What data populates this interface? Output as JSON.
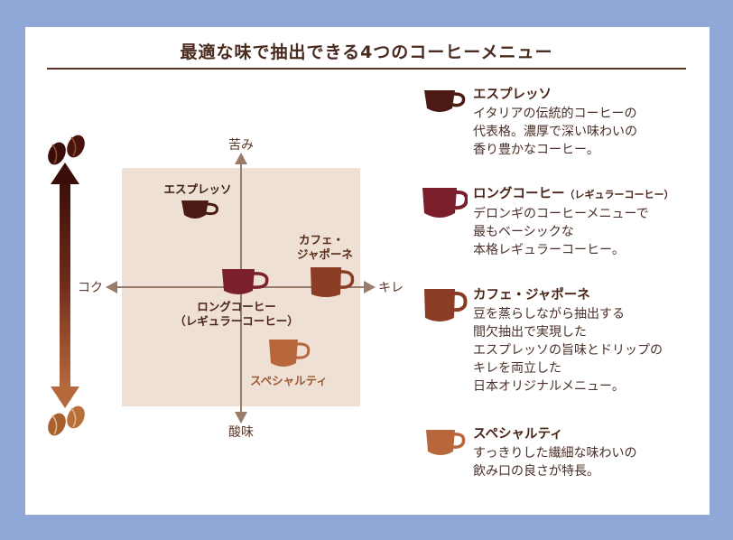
{
  "title": "最適な味で抽出できる4つのコーヒーメニュー",
  "axes": {
    "top": "苦み",
    "bottom": "酸味",
    "left": "コク",
    "right": "キレ"
  },
  "colors": {
    "background": "#8fa8d8",
    "map_background": "#efe0d5",
    "espresso": "#4b1a12",
    "long_coffee": "#7a1f2b",
    "cafe_japonais": "#8a3d24",
    "specialty": "#b8673c"
  },
  "map_items": [
    {
      "id": "espresso",
      "label_lines": [
        "エスプレッソ"
      ],
      "color": "#4b1a12",
      "label_color": "#3a1a12"
    },
    {
      "id": "long_coffee",
      "label_lines": [
        "ロングコーヒー",
        "（レギュラーコーヒー）"
      ],
      "color": "#7a1f2b",
      "label_color": "#4a2018"
    },
    {
      "id": "cafe_japonais",
      "label_lines": [
        "カフェ・",
        "ジャポーネ"
      ],
      "color": "#8a3d24",
      "label_color": "#5a2a18"
    },
    {
      "id": "specialty",
      "label_lines": [
        "スペシャルティ"
      ],
      "color": "#b8673c",
      "label_color": "#a0582e"
    }
  ],
  "legend": [
    {
      "id": "espresso",
      "name": "エスプレッソ",
      "name_sub": "",
      "icon": "cup-icon",
      "color": "#4b1a12",
      "description": "イタリアの伝統的コーヒーの\n代表格。濃厚で深い味わいの\n香り豊かなコーヒー。"
    },
    {
      "id": "long_coffee",
      "name": "ロングコーヒー",
      "name_sub": "（レギュラーコーヒー）",
      "icon": "mug-icon",
      "color": "#7a1f2b",
      "description": "デロンギのコーヒーメニューで\n最もベーシックな\n本格レギュラーコーヒー。"
    },
    {
      "id": "cafe_japonais",
      "name": "カフェ・ジャポーネ",
      "name_sub": "",
      "icon": "mug-icon",
      "color": "#8a3d24",
      "description": "豆を蒸らしながら抽出する\n間欠抽出で実現した\nエスプレッソの旨味とドリップの\nキレを両立した\n日本オリジナルメニュー。"
    },
    {
      "id": "specialty",
      "name": "スペシャルティ",
      "name_sub": "",
      "icon": "cup-icon",
      "color": "#b8673c",
      "description": "すっきりした繊細な味わいの\n飲み口の良さが特長。"
    }
  ]
}
